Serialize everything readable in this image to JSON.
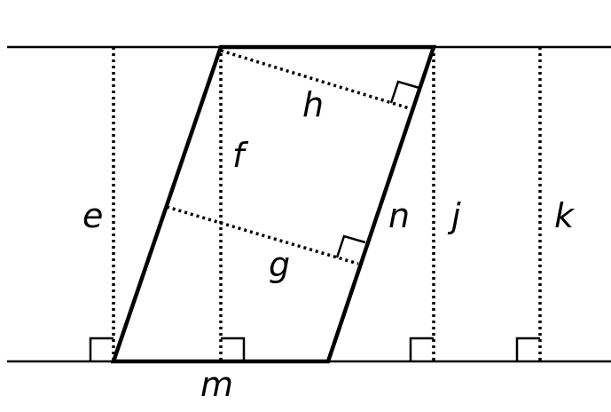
{
  "labels": {
    "e": "e",
    "f": "f",
    "g": "g",
    "h": "h",
    "j": "j",
    "k": "k",
    "m": "m",
    "n": "n"
  },
  "colors": {
    "ink": "#000000",
    "background": "#ffffff"
  }
}
